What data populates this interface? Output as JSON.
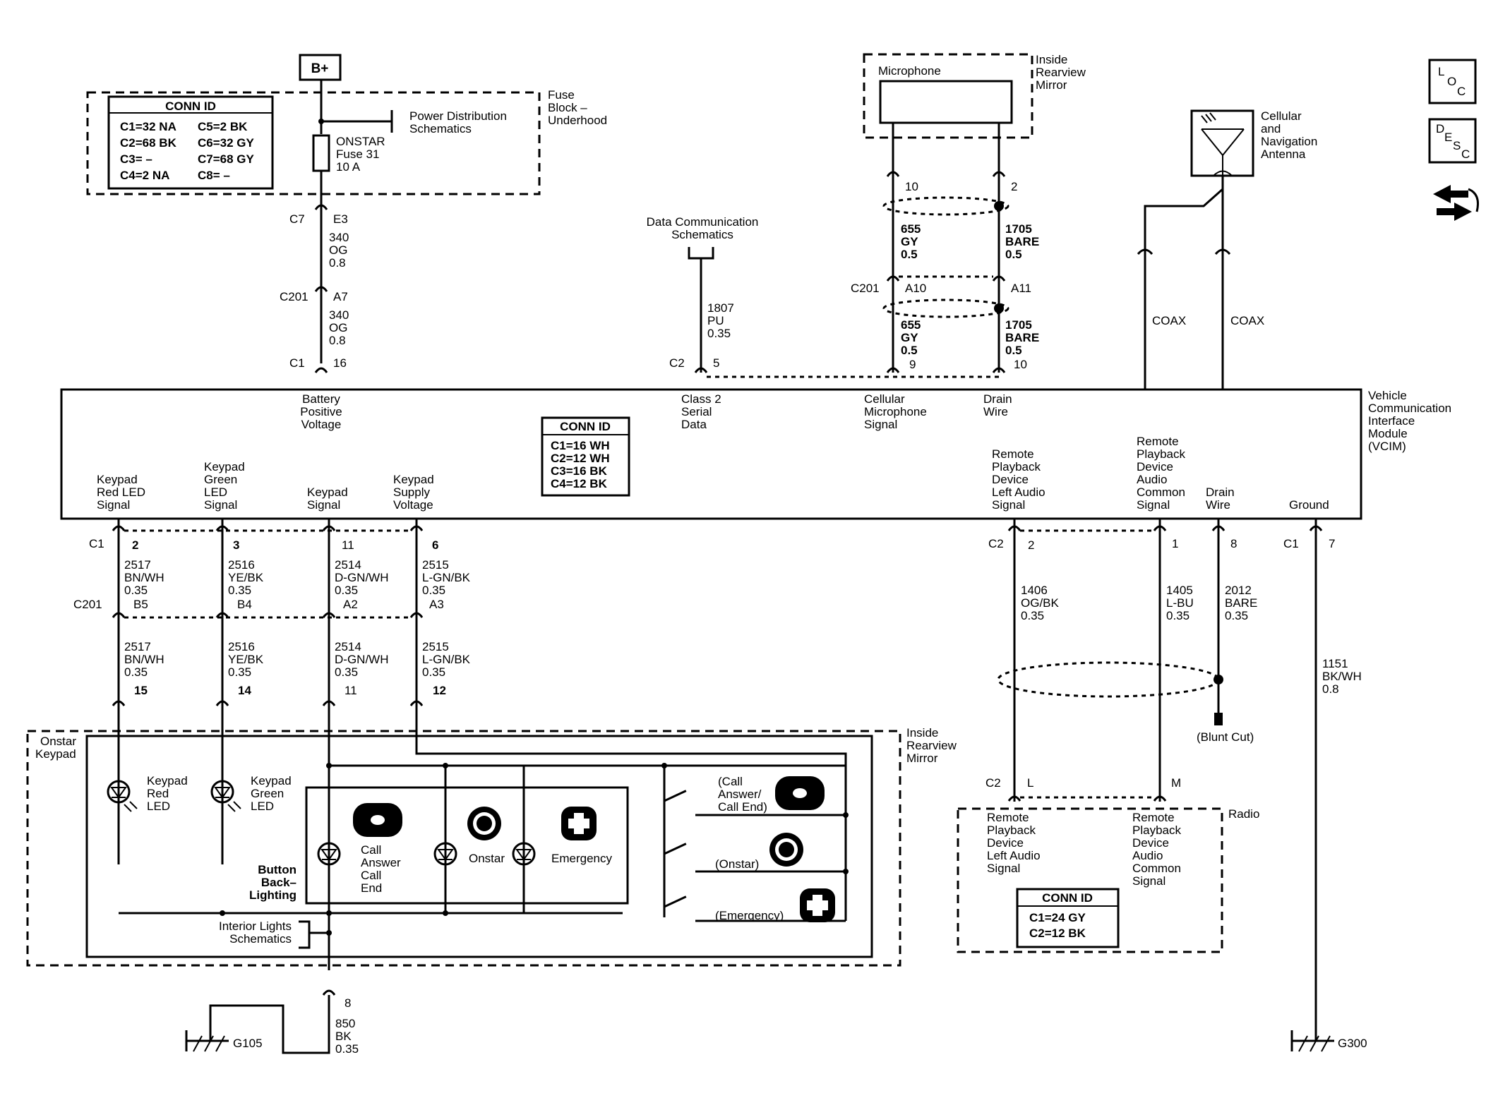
{
  "fuse_block": {
    "conn_id_title": "CONN ID",
    "conn": [
      "C1=32 NA",
      "C2=68 BK",
      "C3= –",
      "C4=2 NA",
      "C5=2 BK",
      "C6=32 GY",
      "C7=68 GY",
      "C8= –"
    ],
    "label": [
      "Fuse",
      "Block –",
      "Underhood"
    ],
    "bplus": "B+",
    "pds": [
      "Power Distribution",
      "Schematics"
    ],
    "fuse": [
      "ONSTAR",
      "Fuse 31",
      "10 A"
    ]
  },
  "power_circuit": {
    "c7": "C7",
    "e3": "E3",
    "wire1": [
      "340",
      "OG",
      "0.8"
    ],
    "c201": "C201",
    "a7": "A7",
    "wire2": [
      "340",
      "OG",
      "0.8"
    ],
    "c1": "C1",
    "pin16": "16"
  },
  "data_comm": {
    "ref": [
      "Data Communication",
      "Schematics"
    ],
    "wire": [
      "1807",
      "PU",
      "0.35"
    ],
    "c2": "C2",
    "pin5": "5"
  },
  "mirror_top": {
    "microphone": "Microphone",
    "label": [
      "Inside",
      "Rearview",
      "Mirror"
    ],
    "pin10": "10",
    "pin2": "2",
    "wire_gy": [
      "655",
      "GY",
      "0.5"
    ],
    "wire_bare": [
      "1705",
      "BARE",
      "0.5"
    ],
    "c201": "C201",
    "a10": "A10",
    "a11": "A11",
    "wire_gy2": [
      "655",
      "GY",
      "0.5"
    ],
    "wire_bare2": [
      "1705",
      "BARE",
      "0.5"
    ],
    "pin9": "9",
    "pin10b": "10"
  },
  "antenna": {
    "label": [
      "Cellular",
      "and",
      "Navigation",
      "Antenna"
    ],
    "coax1": "COAX",
    "coax2": "COAX"
  },
  "vcim": {
    "label": [
      "Vehicle",
      "Communication",
      "Interface",
      "Module",
      "(VCIM)"
    ],
    "battery": [
      "Battery",
      "Positive",
      "Voltage"
    ],
    "class2": [
      "Class 2",
      "Serial",
      "Data"
    ],
    "cellmic": [
      "Cellular",
      "Microphone",
      "Signal"
    ],
    "drain_top": [
      "Drain",
      "Wire"
    ],
    "conn_id_title": "CONN ID",
    "conn": [
      "C1=16 WH",
      "C2=12 WH",
      "C3=16 BK",
      "C4=12 BK"
    ],
    "red_led": [
      "Keypad",
      "Red LED",
      "Signal"
    ],
    "green_led": [
      "Keypad",
      "Green",
      "LED",
      "Signal"
    ],
    "keypad_signal": [
      "Keypad",
      "Signal"
    ],
    "keypad_supply": [
      "Keypad",
      "Supply",
      "Voltage"
    ],
    "left_audio": [
      "Remote",
      "Playback",
      "Device",
      "Left Audio",
      "Signal"
    ],
    "audio_common": [
      "Remote",
      "Playback",
      "Device",
      "Audio",
      "Common",
      "Signal"
    ],
    "drain_bottom": [
      "Drain",
      "Wire"
    ],
    "ground": "Ground"
  },
  "keypad_circuits": {
    "c1": "C1",
    "c201": "C201",
    "pins_top": [
      "2",
      "3",
      "11",
      "6"
    ],
    "wires_a": [
      [
        "2517",
        "BN/WH",
        "0.35"
      ],
      [
        "2516",
        "YE/BK",
        "0.35"
      ],
      [
        "2514",
        "D-GN/WH",
        "0.35"
      ],
      [
        "2515",
        "L-GN/BK",
        "0.35"
      ]
    ],
    "c201_pins": [
      "B5",
      "B4",
      "A2",
      "A3"
    ],
    "wires_b": [
      [
        "2517",
        "BN/WH",
        "0.35"
      ],
      [
        "2516",
        "YE/BK",
        "0.35"
      ],
      [
        "2514",
        "D-GN/WH",
        "0.35"
      ],
      [
        "2515",
        "L-GN/BK",
        "0.35"
      ]
    ],
    "pins_bottom": [
      "15",
      "14",
      "11",
      "12"
    ]
  },
  "audio_circuits": {
    "c2": "C2",
    "pin2": "2",
    "pin1": "1",
    "pin8": "8",
    "c1": "C1",
    "pin7": "7",
    "wire_left": [
      "1406",
      "OG/BK",
      "0.35"
    ],
    "wire_common": [
      "1405",
      "L-BU",
      "0.35"
    ],
    "wire_drain": [
      "2012",
      "BARE",
      "0.35"
    ],
    "wire_ground": [
      "1151",
      "BK/WH",
      "0.8"
    ],
    "blunt_cut": "(Blunt Cut)",
    "c2_radio": "C2",
    "pin_l": "L",
    "pin_m": "M",
    "g300": "G300"
  },
  "radio": {
    "label": "Radio",
    "left": [
      "Remote",
      "Playback",
      "Device",
      "Left Audio",
      "Signal"
    ],
    "common": [
      "Remote",
      "Playback",
      "Device",
      "Audio",
      "Common",
      "Signal"
    ],
    "conn_id_title": "CONN ID",
    "conn": [
      "C1=24 GY",
      "C2=12 BK"
    ]
  },
  "keypad": {
    "onstar_keypad": [
      "Onstar",
      "Keypad"
    ],
    "mirror_label": [
      "Inside",
      "Rearview",
      "Mirror"
    ],
    "red_led": [
      "Keypad",
      "Red",
      "LED"
    ],
    "green_led": [
      "Keypad",
      "Green",
      "LED"
    ],
    "button_backlighting": [
      "Button",
      "Back–",
      "Lighting"
    ],
    "call_answer": [
      "Call",
      "Answer",
      "Call",
      "End"
    ],
    "onstar": "Onstar",
    "emergency": "Emergency",
    "interior_lights": [
      "Interior Lights",
      "Schematics"
    ],
    "sw_call": [
      "(Call",
      "Answer/",
      "Call End)"
    ],
    "sw_onstar": "(Onstar)",
    "sw_emergency": "(Emergency)",
    "pin8": "8",
    "wire_ground": [
      "850",
      "BK",
      "0.35"
    ],
    "g105": "G105"
  },
  "nav": {
    "loc": [
      "L",
      "O",
      "C"
    ],
    "desc": [
      "D",
      "E",
      "S",
      "C"
    ]
  }
}
